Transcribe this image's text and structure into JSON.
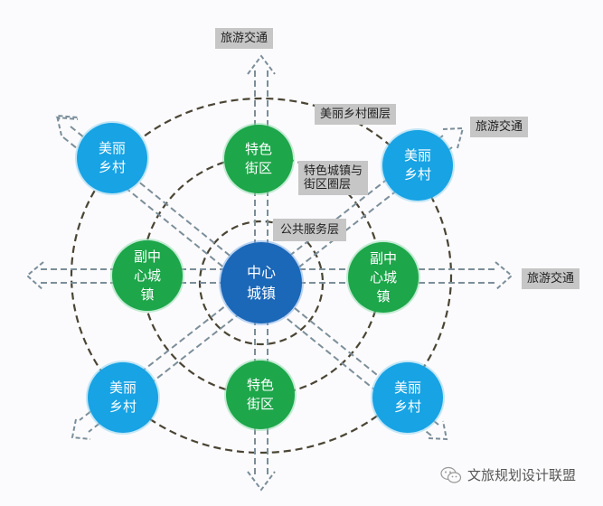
{
  "colors": {
    "rural": "#17a3e4",
    "sub_center": "#1da64a",
    "center": "#1b67b8",
    "label_bg": "#c6c6c6",
    "ring": "#4a4535",
    "road": "#7c8e99"
  },
  "nodes": {
    "center": "中心\n城镇",
    "sub_left": "副中\n心城\n镇",
    "sub_right": "副中\n心城\n镇",
    "street_top": "特色\n街区",
    "street_bottom": "特色\n街区",
    "rural_tl": "美丽\n乡村",
    "rural_tr": "美丽\n乡村",
    "rural_bl": "美丽\n乡村",
    "rural_br": "美丽\n乡村"
  },
  "labels": {
    "tourism_top": "旅游交通",
    "tourism_topright": "旅游交通",
    "tourism_right": "旅游交通",
    "ring_rural": "美丽乡村圈层",
    "ring_town_street": "特色城镇与\n街区圈层",
    "ring_public": "公共服务层"
  },
  "watermark": {
    "icon": "wechat-icon",
    "text": "文旅规划设计联盟"
  }
}
